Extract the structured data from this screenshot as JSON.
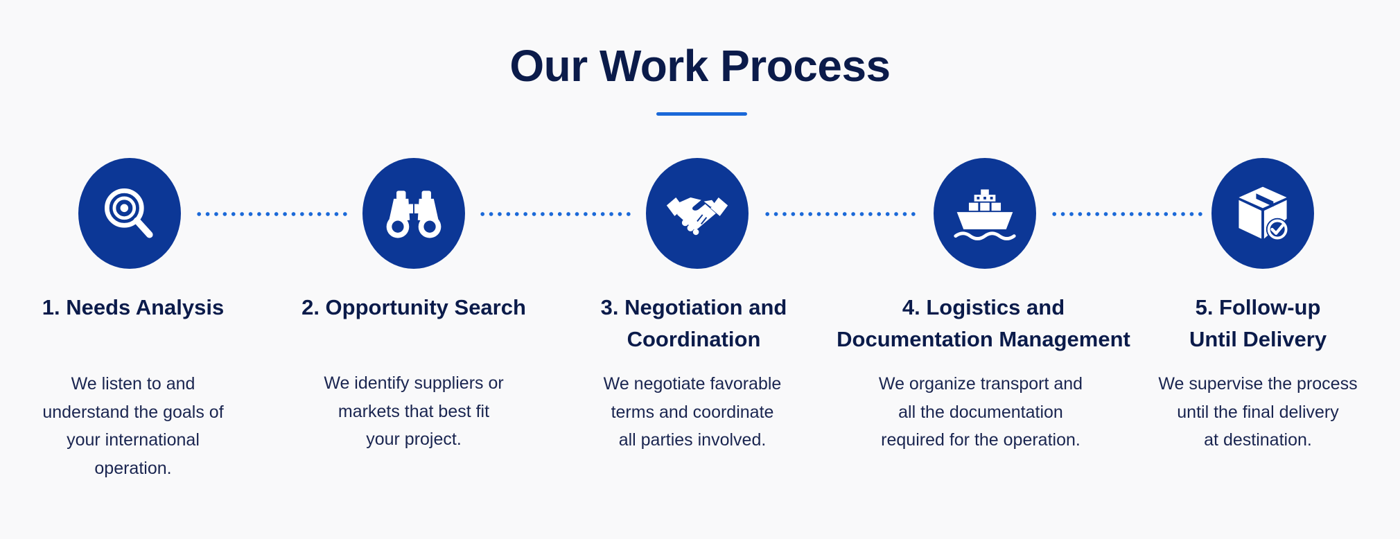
{
  "heading": {
    "title": "Our Work Process"
  },
  "colors": {
    "circle": "#0c3796",
    "accent": "#1b69d8",
    "text": "#0b1b4a"
  },
  "steps": [
    {
      "icon": "magnifier-target-icon",
      "title_lines": [
        "1. Needs Analysis"
      ],
      "desc_lines": [
        "We listen to and",
        "understand the goals of",
        "your international",
        "operation."
      ]
    },
    {
      "icon": "binoculars-icon",
      "title_lines": [
        "2. Opportunity Search"
      ],
      "desc_lines": [
        "We identify suppliers or",
        "markets that best fit",
        "your project."
      ]
    },
    {
      "icon": "handshake-icon",
      "title_lines": [
        "3. Negotiation and",
        "Coordination"
      ],
      "desc_lines": [
        "We negotiate favorable",
        "terms and coordinate",
        "all parties involved."
      ]
    },
    {
      "icon": "cargo-ship-icon",
      "title_lines": [
        "4. Logistics and",
        "Documentation Management"
      ],
      "desc_lines": [
        "We organize transport and",
        "all the documentation",
        "required for the operation."
      ]
    },
    {
      "icon": "package-check-icon",
      "title_lines": [
        "5. Follow-up",
        "Until Delivery"
      ],
      "desc_lines": [
        "We supervise the process",
        "until the final delivery",
        "at destination."
      ]
    }
  ]
}
